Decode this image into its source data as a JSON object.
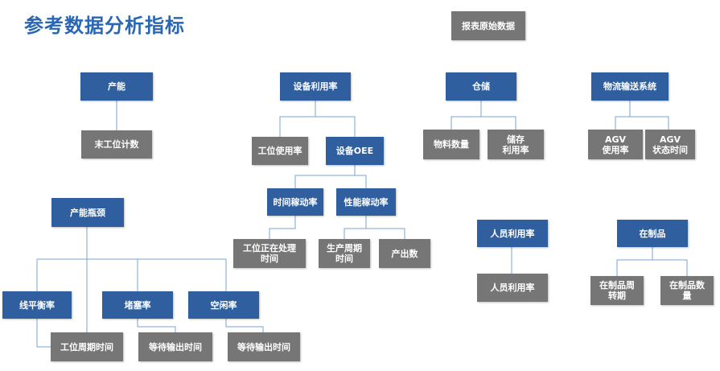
{
  "title": "参考数据分析指标",
  "colors": {
    "title": "#2a66b3",
    "blue_box": "#2f5f9e",
    "gray_box": "#767676",
    "connector": "#7aa3d4"
  },
  "nodes": {
    "report_raw_data": "报表原始数据",
    "capacity": "产能",
    "last_station_count": "末工位计数",
    "equipment_utilization": "设备利用率",
    "station_utilization": "工位使用率",
    "equipment_oee": "设备OEE",
    "time_availability": "时间稼动率",
    "performance_availability": "性能稼动率",
    "station_processing_time": "工位正在处理\n时间",
    "production_cycle_time": "生产周期\n时间",
    "output_count": "产出数",
    "warehouse": "仓储",
    "material_quantity": "物料数量",
    "storage_utilization": "储存\n利用率",
    "logistics_system": "物流输送系统",
    "agv_utilization": "AGV\n使用率",
    "agv_status_time": "AGV\n状态时间",
    "capacity_bottleneck": "产能瓶颈",
    "line_balance": "线平衡率",
    "blockage_rate": "堵塞率",
    "idle_rate": "空闲率",
    "station_cycle_time": "工位周期时间",
    "wait_output_time_1": "等待输出时间",
    "wait_output_time_2": "等待输出时间",
    "personnel_utilization": "人员利用率",
    "personnel_utilization_sub": "人员利用率",
    "wip": "在制品",
    "wip_turnover": "在制品周\n转期",
    "wip_quantity": "在制品数\n量"
  }
}
